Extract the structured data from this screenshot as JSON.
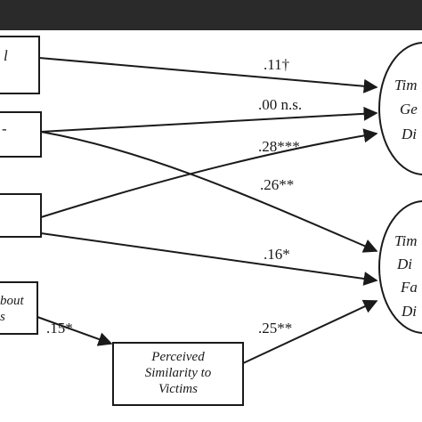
{
  "nodes": {
    "left_1": "l",
    "left_2": "-",
    "left_4_line1": "bout",
    "left_4_line2": "s",
    "perceived_line1": "Perceived",
    "perceived_line2": "Similarity to",
    "perceived_line3": "Victims",
    "right_top_line1": "Tim",
    "right_top_line2": "Ge",
    "right_top_line3": "Di",
    "right_bottom_line1": "Tim",
    "right_bottom_line2": "Di",
    "right_bottom_line3": "Fa",
    "right_bottom_line4": "Di"
  },
  "coefficients": {
    "path_1": ".11†",
    "path_2": ".00 n.s.",
    "path_3": ".28***",
    "path_4": ".26**",
    "path_5": ".16*",
    "path_6": ".15*",
    "path_7": ".25**"
  },
  "colors": {
    "ink": "#1a1a1a",
    "background": "#ffffff"
  }
}
